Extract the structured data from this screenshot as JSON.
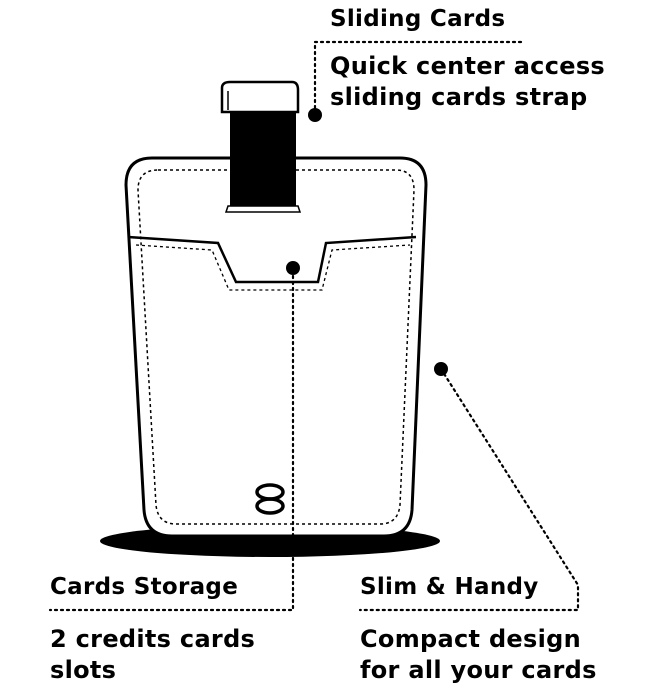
{
  "colors": {
    "ink": "#000000",
    "paper": "#ffffff"
  },
  "callouts": {
    "sliding": {
      "title": "Sliding Cards",
      "lines": [
        "Quick center access",
        "sliding cards strap"
      ]
    },
    "storage": {
      "title": "Cards Storage",
      "lines": [
        "2 credits cards",
        "slots"
      ]
    },
    "slim": {
      "title": "Slim & Handy",
      "lines": [
        "Compact design",
        "for all your cards"
      ]
    }
  },
  "logo": {
    "icon": "infinity-logo-icon"
  }
}
